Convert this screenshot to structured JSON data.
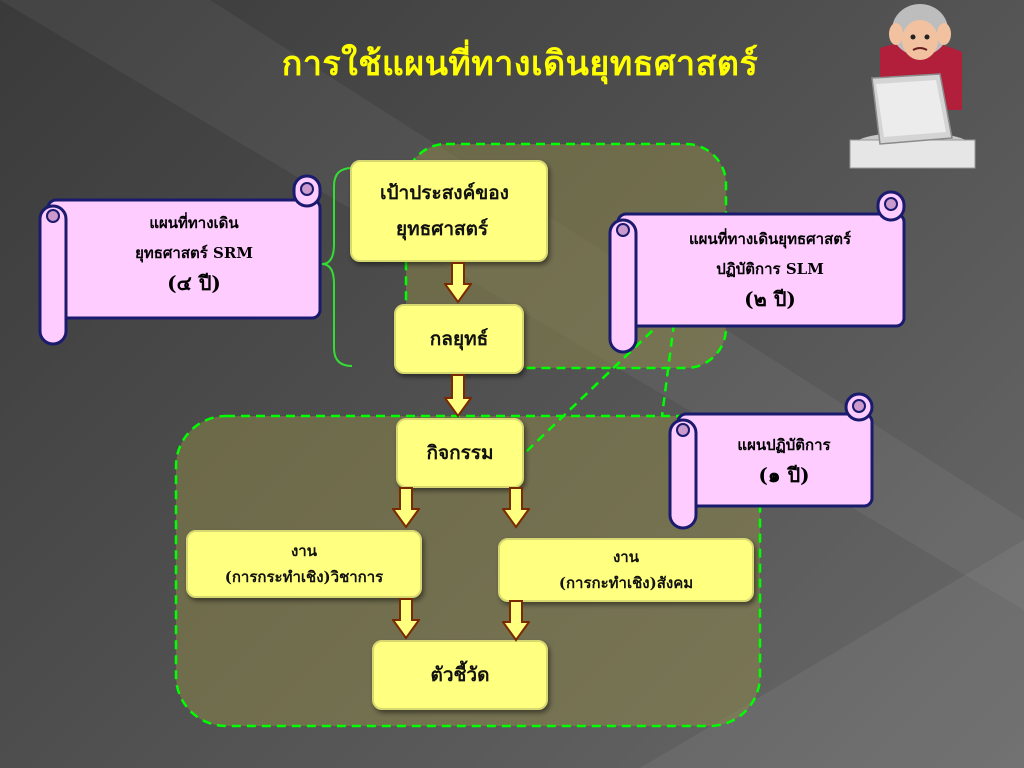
{
  "title": "การใช้แผนที่ทางเดินยุทธศาสตร์",
  "boxes": {
    "goal": [
      "เป้าประสงค์ของ",
      "ยุทธศาสตร์"
    ],
    "strategy": "กลยุทธ์",
    "activity": "กิจกรรม",
    "task_academic": [
      "งาน",
      "(การกระทำเชิง)วิชาการ"
    ],
    "task_social": [
      "งาน",
      "(การกะทำเชิง)สังคม"
    ],
    "indicator": "ตัวชี้วัด"
  },
  "scrolls": {
    "srm": [
      "แผนที่ทางเดิน",
      "ยุทธศาสตร์ SRM",
      "(๔ ปี)"
    ],
    "slm": [
      "แผนที่ทางเดินยุทธศาสตร์",
      "ปฏิบัติการ SLM",
      "(๒ ปี)"
    ],
    "op": [
      "แผนปฏิบัติการ",
      "(๑ ปี)"
    ]
  },
  "colors": {
    "title": "#ffff00",
    "box_fill": "#ffff80",
    "scroll_fill": "#ffccff",
    "scroll_border": "#1a1a6e",
    "dashed_region": "#00ff00",
    "bracket": "#33dd33",
    "arrow_fill": "#ffff80",
    "arrow_stroke": "#7a2a00"
  }
}
